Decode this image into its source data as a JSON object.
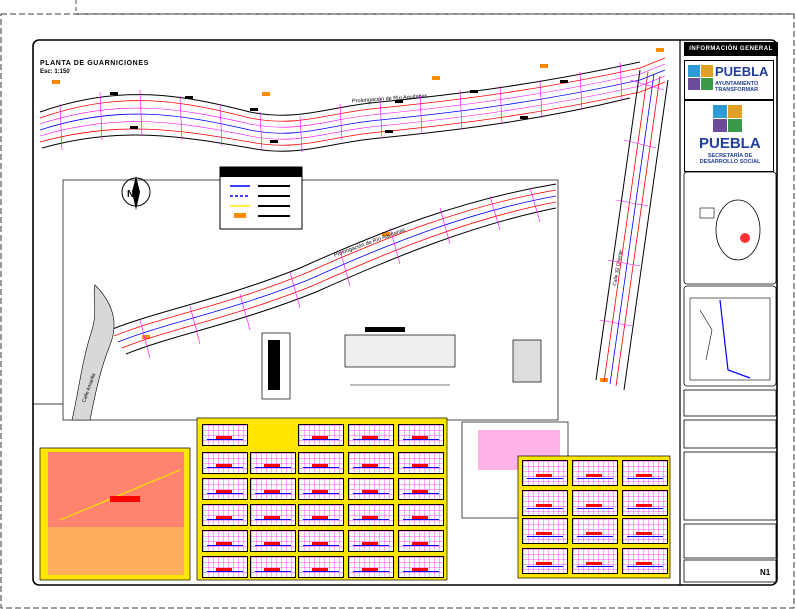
{
  "drawing": {
    "plan_title": "PLANTA DE GUARNICIONES",
    "plan_scale": "Esc: 1:150",
    "street_label_top": "Prolongación de Río Aquitanas",
    "street_label_mid": "Prolongación de Río Aquitanas",
    "street_label_side": "Calle 32 Oriente",
    "street_label_river": "Calle Amarilla"
  },
  "title_block": {
    "header": "INFORMACIÓN GENERAL",
    "logo1_name": "PUEBLA",
    "logo1_sub": "AYUNTAMIENTO TRANSFORMAR",
    "logo2_name": "PUEBLA",
    "logo2_sub": "SECRETARÍA DE DESARROLLO SOCIAL",
    "sheet_number": "N1"
  },
  "colors": {
    "road_red": "#ff0000",
    "road_blue": "#0000ff",
    "curb_magenta": "#ff00ff",
    "profile_yellow": "#ffe600",
    "marker_orange": "#ff8c00",
    "logo_blue": "#1f3f9a"
  }
}
